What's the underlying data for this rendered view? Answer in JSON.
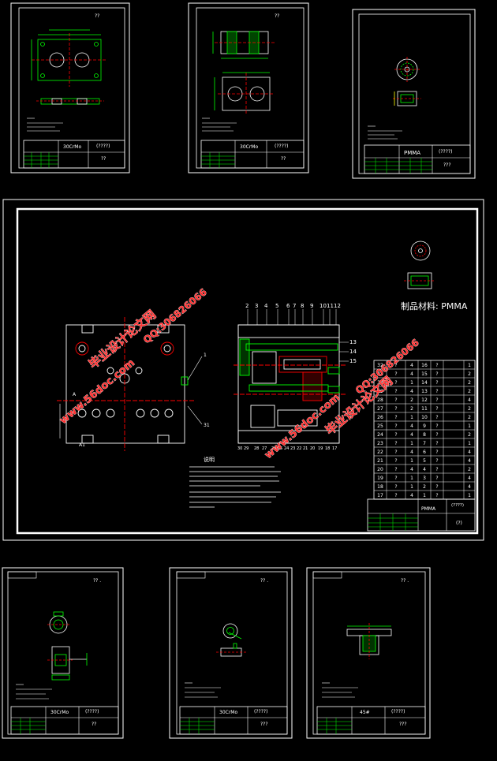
{
  "sheets": {
    "s1": {
      "mat": "30CrMo",
      "title": "(????)",
      "sheet": "??",
      "scale": "??"
    },
    "s2": {
      "mat": "30CrMo",
      "title": "(????)",
      "sheet": "??",
      "scale": "??"
    },
    "s3": {
      "mat": "PMMA",
      "title": "(????)",
      "sheet": "???"
    },
    "s5": {
      "mat": "30CrMo",
      "title": "(????)",
      "sheet": "??",
      "scale": "?? ."
    },
    "s6": {
      "mat": "30CrMo",
      "title": "(????)",
      "sheet": "???",
      "scale": "?? ."
    },
    "s7": {
      "mat": "45#",
      "title": "(????)",
      "sheet": "???",
      "scale": "?? ."
    }
  },
  "assembly": {
    "material_label": "制品材料: PMMA",
    "top_callouts": [
      "2",
      "3",
      "4",
      "5",
      "6",
      "7",
      "8",
      "9",
      "10",
      "11",
      "12"
    ],
    "right_callouts": [
      "13",
      "14",
      "15"
    ],
    "bottom_callouts": [
      "30",
      "29",
      "28",
      "27",
      "26",
      "25",
      "24",
      "23",
      "22",
      "21",
      "20",
      "19",
      "18",
      "17"
    ],
    "left_callouts": [
      "1",
      "31"
    ],
    "view_labels": [
      "A",
      "A1"
    ],
    "notes_title": "说明",
    "bom_title": "PMMA",
    "bom_sheet_title": "(????)",
    "bom_sheet_no": "(?)",
    "bom_rows": [
      [
        "32",
        "?",
        "4",
        "16",
        "?",
        "1"
      ],
      [
        "31",
        "?",
        "4",
        "15",
        "?",
        "2"
      ],
      [
        "30",
        "?",
        "1",
        "14",
        "?",
        "2"
      ],
      [
        "29",
        "?",
        "4",
        "13",
        "?",
        "2"
      ],
      [
        "28",
        "?",
        "2",
        "12",
        "?",
        "4"
      ],
      [
        "27",
        "?",
        "2",
        "11",
        "?",
        "2"
      ],
      [
        "26",
        "?",
        "1",
        "10",
        "?",
        "2"
      ],
      [
        "25",
        "?",
        "4",
        "9",
        "?",
        "1"
      ],
      [
        "24",
        "?",
        "4",
        "8",
        "?",
        "2"
      ],
      [
        "23",
        "?",
        "1",
        "7",
        "?",
        "1"
      ],
      [
        "22",
        "?",
        "4",
        "6",
        "?",
        "4"
      ],
      [
        "21",
        "?",
        "1",
        "5",
        "?",
        "4"
      ],
      [
        "20",
        "?",
        "4",
        "4",
        "?",
        "2"
      ],
      [
        "19",
        "?",
        "1",
        "3",
        "?",
        "4"
      ],
      [
        "18",
        "?",
        "1",
        "2",
        "?",
        "4"
      ],
      [
        "17",
        "?",
        "4",
        "1",
        "?",
        "1"
      ]
    ]
  },
  "watermarks": {
    "site_name": "毕业设计论文网",
    "url": "www.56doc.com",
    "qq": "QQ:306826066"
  },
  "colors": {
    "line": "#ffffff",
    "green": "#00ff00",
    "cyan": "#00ffff",
    "red": "#ff0000",
    "yellow": "#ffff00",
    "watermark": "#ff3030"
  }
}
